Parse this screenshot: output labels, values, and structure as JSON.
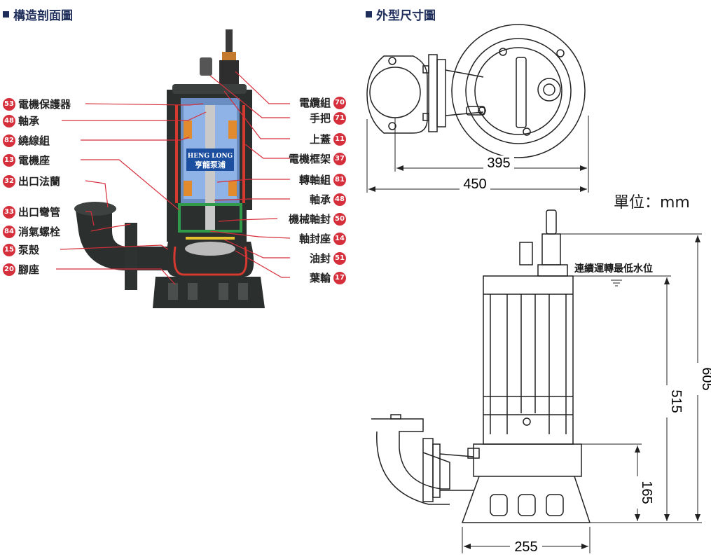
{
  "titles": {
    "section": "構造剖面圖",
    "dimensions": "外型尺寸圖"
  },
  "brand": {
    "line1": "HENG LONG",
    "line2": "亨龍泵浦"
  },
  "left_labels": [
    {
      "num": "53",
      "text": "電機保護器"
    },
    {
      "num": "48",
      "text": "軸承"
    },
    {
      "num": "82",
      "text": "繞線組"
    },
    {
      "num": "13",
      "text": "電機座"
    },
    {
      "num": "32",
      "text": "出口法蘭"
    },
    {
      "num": "33",
      "text": "出口彎管"
    },
    {
      "num": "84",
      "text": "消氣螺栓"
    },
    {
      "num": "15",
      "text": "泵殼"
    },
    {
      "num": "20",
      "text": "腳座"
    }
  ],
  "right_labels": [
    {
      "num": "70",
      "text": "電纜組"
    },
    {
      "num": "71",
      "text": "手把"
    },
    {
      "num": "11",
      "text": "上蓋"
    },
    {
      "num": "37",
      "text": "電機框架"
    },
    {
      "num": "81",
      "text": "轉軸組"
    },
    {
      "num": "48",
      "text": "軸承"
    },
    {
      "num": "50",
      "text": "機械軸封"
    },
    {
      "num": "14",
      "text": "軸封座"
    },
    {
      "num": "51",
      "text": "油封"
    },
    {
      "num": "17",
      "text": "葉輪"
    }
  ],
  "dimensions": {
    "d395": "395",
    "d450": "450",
    "d605": "605",
    "d515": "515",
    "d165": "165",
    "d255": "255"
  },
  "unit": "單位：mm",
  "water_level": "連續運轉最低水位",
  "colors": {
    "accent": "#d62f3c",
    "title": "#1f2d5a",
    "pump": "#2b2f2d"
  }
}
